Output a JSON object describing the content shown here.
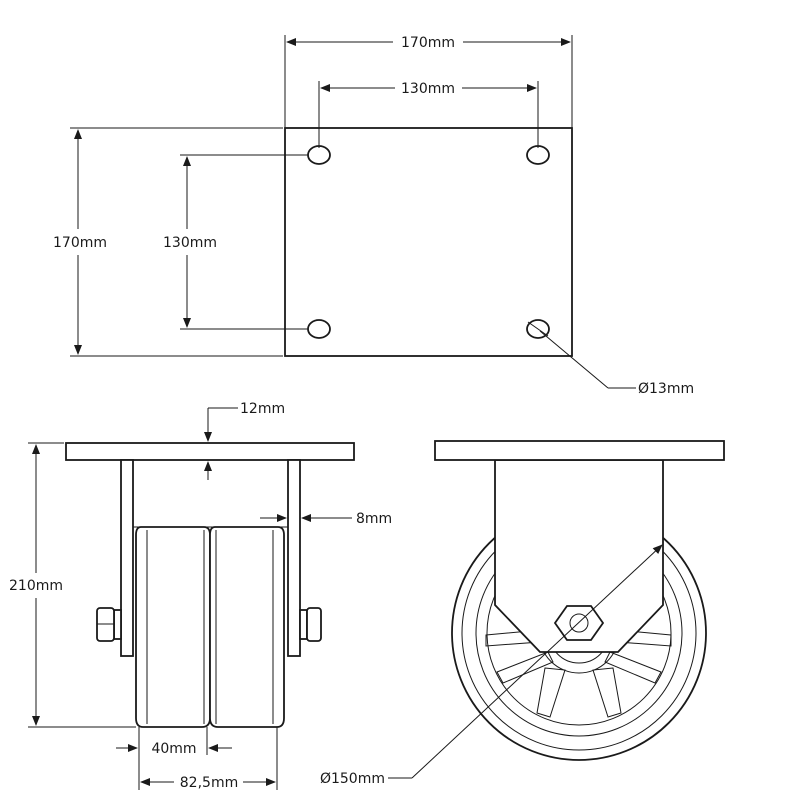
{
  "top_view": {
    "width_label": "170mm",
    "hole_spacing_width_label": "130mm",
    "height_label": "170mm",
    "hole_spacing_height_label": "130mm",
    "hole_diameter_label": "Ø13mm"
  },
  "front_view": {
    "plate_thickness_label": "12mm",
    "fork_thickness_label": "8mm",
    "total_height_label": "210mm",
    "wheel_width_label": "40mm",
    "fork_inner_width_label": "82,5mm"
  },
  "side_view": {
    "wheel_diameter_label": "Ø150mm"
  }
}
